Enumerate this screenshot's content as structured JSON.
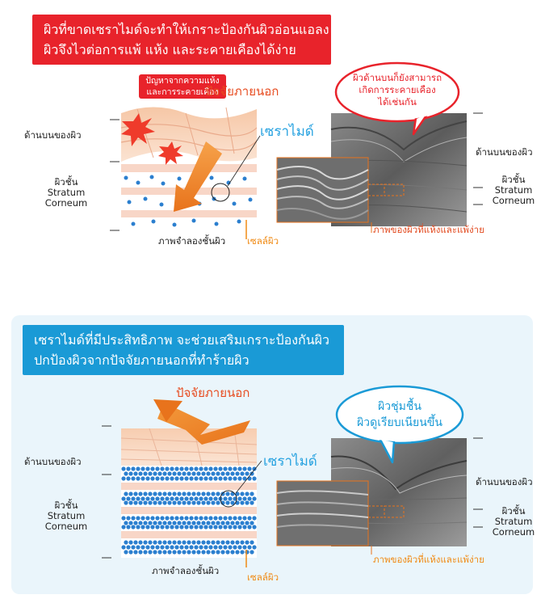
{
  "panel1": {
    "banner": {
      "line1": "ผิวที่ขาดเซราไมด์จะทำให้เกราะป้องกันผิวอ่อนแอลง",
      "line2": "ผิวจึงไวต่อการแพ้ แห้ง และระคายเคืองได้ง่าย",
      "color": "#e8232b"
    },
    "callout": {
      "line1": "ปัญหาจากความแห้ง",
      "line2": "และการระคายเคือง"
    },
    "external_factor": "ปัจจัยภายนอก",
    "ceramide_label": "เซราไมด์",
    "left_labels": {
      "top_skin": "ด้านบนของผิว",
      "stratum_th": "ผิวชั้น",
      "stratum_en1": "Stratum",
      "stratum_en2": "Corneum"
    },
    "model_caption": "ภาพจำลองชั้นผิว",
    "cell_label": "เซลล์ผิว",
    "bubble": {
      "line1": "ผิวด้านบนก็ยังสามารถ",
      "line2": "เกิดการระคายเคือง",
      "line3": "ได้เช่นกัน"
    },
    "right_labels": {
      "top_skin": "ด้านบนของผิว",
      "stratum_th": "ผิวชั้น",
      "stratum_en1": "Stratum",
      "stratum_en2": "Corneum"
    },
    "sem_caption": "ภาพของผิวที่แห้งและแพ้ง่าย"
  },
  "panel2": {
    "banner": {
      "line1": "เซราไมด์ที่มีประสิทธิภาพ จะช่วยเสริมเกราะป้องกันผิว",
      "line2": "ปกป้องผิวจากปัจจัยภายนอกที่ทำร้ายผิว",
      "color": "#1a9ad6"
    },
    "external_factor": "ปัจจัยภายนอก",
    "ceramide_label": "เซราไมด์",
    "left_labels": {
      "top_skin": "ด้านบนของผิว",
      "stratum_th": "ผิวชั้น",
      "stratum_en1": "Stratum",
      "stratum_en2": "Corneum"
    },
    "model_caption": "ภาพจำลองชั้นผิว",
    "cell_label": "เซลล์ผิว",
    "bubble": {
      "line1": "ผิวชุ่มชื้น",
      "line2": "ผิวดูเรียบเนียนขึ้น"
    },
    "right_labels": {
      "top_skin": "ด้านบนของผิว",
      "stratum_th": "ผิวชั้น",
      "stratum_en1": "Stratum",
      "stratum_en2": "Corneum"
    },
    "sem_caption": "ภาพของผิวที่แห้งและแพ้ง่าย"
  },
  "icons": [
    "irritation-burst-icon",
    "down-arrow-icon",
    "deflect-arrow-icon",
    "speech-bubble-icon"
  ]
}
